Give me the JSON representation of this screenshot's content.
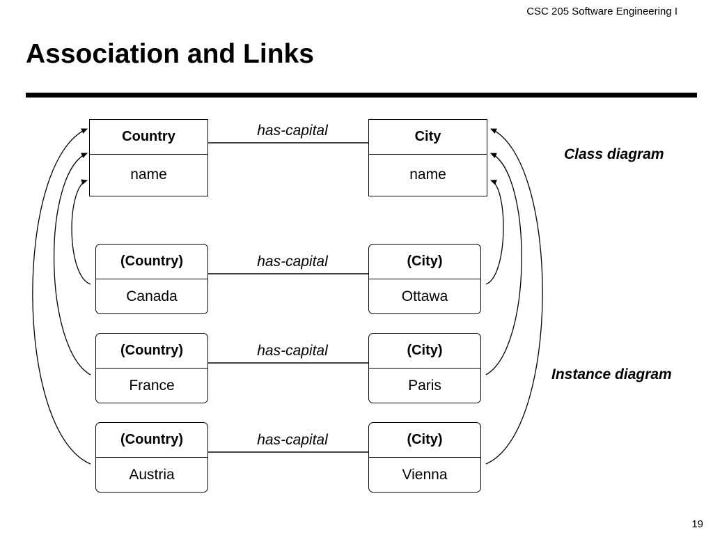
{
  "header": {
    "course": "CSC 205 Software Engineering I"
  },
  "slide": {
    "title": "Association and Links",
    "page_number": "19"
  },
  "class_diagram": {
    "caption": "Class diagram",
    "association_label": "has-capital",
    "left_class": {
      "name": "Country",
      "attribute": "name"
    },
    "right_class": {
      "name": "City",
      "attribute": "name"
    }
  },
  "instance_diagram": {
    "caption": "Instance diagram",
    "links": [
      {
        "label": "has-capital",
        "left": {
          "type": "(Country)",
          "value": "Canada"
        },
        "right": {
          "type": "(City)",
          "value": "Ottawa"
        }
      },
      {
        "label": "has-capital",
        "left": {
          "type": "(Country)",
          "value": "France"
        },
        "right": {
          "type": "(City)",
          "value": "Paris"
        }
      },
      {
        "label": "has-capital",
        "left": {
          "type": "(Country)",
          "value": "Austria"
        },
        "right": {
          "type": "(City)",
          "value": "Vienna"
        }
      }
    ]
  }
}
